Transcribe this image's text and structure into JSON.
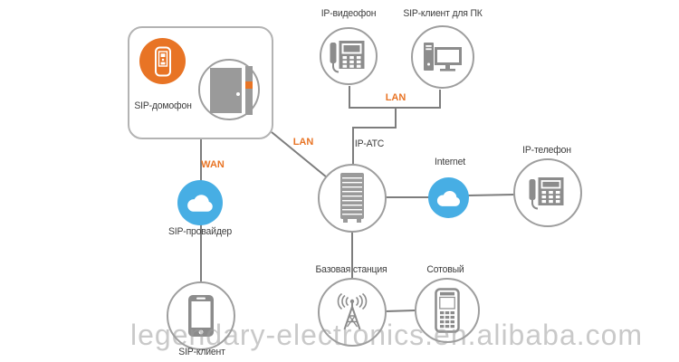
{
  "colors": {
    "accent_orange": "#E87425",
    "cloud_blue": "#47AEE4",
    "icon_gray": "#8C8C8C",
    "line_gray": "#7D7D7D",
    "circle_border_gray": "#9E9E9E",
    "label_dark": "#3D3D3D",
    "watermark_gray": "#9E9E9E"
  },
  "nodes": {
    "sip_intercom": {
      "label": "SIP-домофон"
    },
    "ip_videophone": {
      "label": "IP-видеофон"
    },
    "sip_client_pc": {
      "label": "SIP-клиент для ПК"
    },
    "ip_pbx": {
      "label": "IP-АТС"
    },
    "internet": {
      "label": "Internet"
    },
    "ip_phone": {
      "label": "IP-телефон"
    },
    "sip_provider": {
      "label": "SIP-провайдер"
    },
    "sip_client_mobile": {
      "label": "SIP-клиент"
    },
    "base_station": {
      "label": "Базовая станция"
    },
    "cell_phone": {
      "label": "Сотовый"
    }
  },
  "edges": {
    "wan": "WAN",
    "lan_intercom": "LAN",
    "lan_top": "LAN"
  },
  "icons": [
    "intercom-icon",
    "door-icon",
    "desk-videophone-icon",
    "desktop-pc-icon",
    "server-rack-icon",
    "cloud-icon",
    "desk-phone-icon",
    "smartphone-icon",
    "antenna-tower-icon",
    "cellphone-icon"
  ],
  "watermark": "legendary-electronics.en.alibaba.com"
}
